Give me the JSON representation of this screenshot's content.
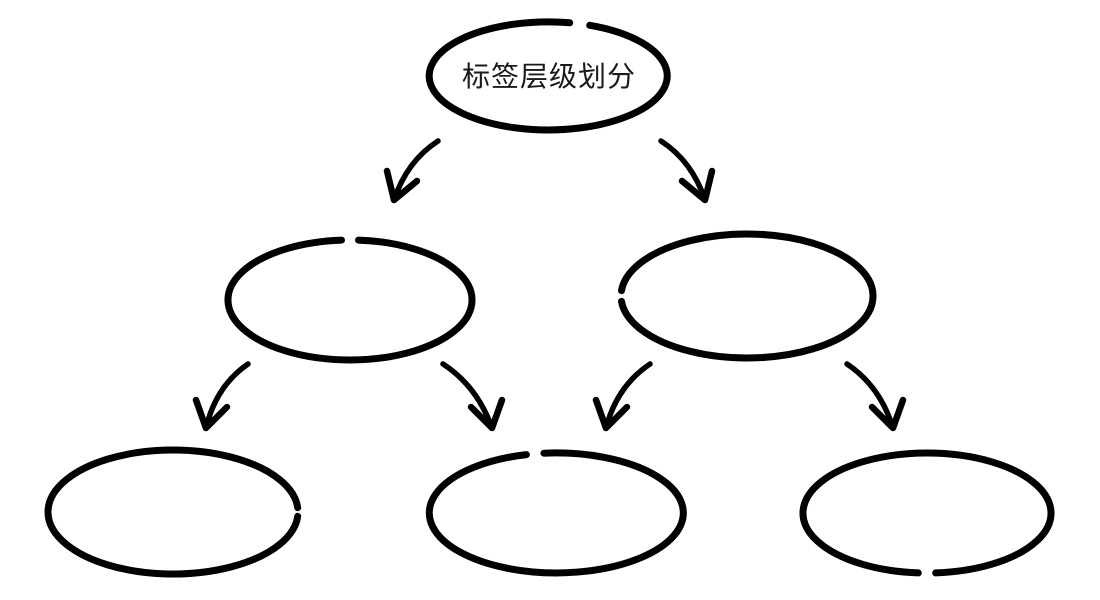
{
  "canvas": {
    "background_color": "#ffffff",
    "stroke_color": "#000000",
    "text_color": "#1a1a1a",
    "style": "hand-drawn-sketch"
  },
  "nodes": {
    "root": {
      "label": "标签层级划分",
      "level": 1
    },
    "branch_left": {
      "label": "",
      "level": 2
    },
    "branch_right": {
      "label": "",
      "level": 2
    },
    "leaf_left": {
      "label": "",
      "level": 3
    },
    "leaf_middle": {
      "label": "",
      "level": 3
    },
    "leaf_right": {
      "label": "",
      "level": 3
    }
  },
  "edges": [
    {
      "from": "root",
      "to": "branch_left"
    },
    {
      "from": "root",
      "to": "branch_right"
    },
    {
      "from": "branch_left",
      "to": "leaf_left"
    },
    {
      "from": "branch_left",
      "to": "leaf_middle"
    },
    {
      "from": "branch_right",
      "to": "leaf_middle"
    },
    {
      "from": "branch_right",
      "to": "leaf_right"
    }
  ]
}
